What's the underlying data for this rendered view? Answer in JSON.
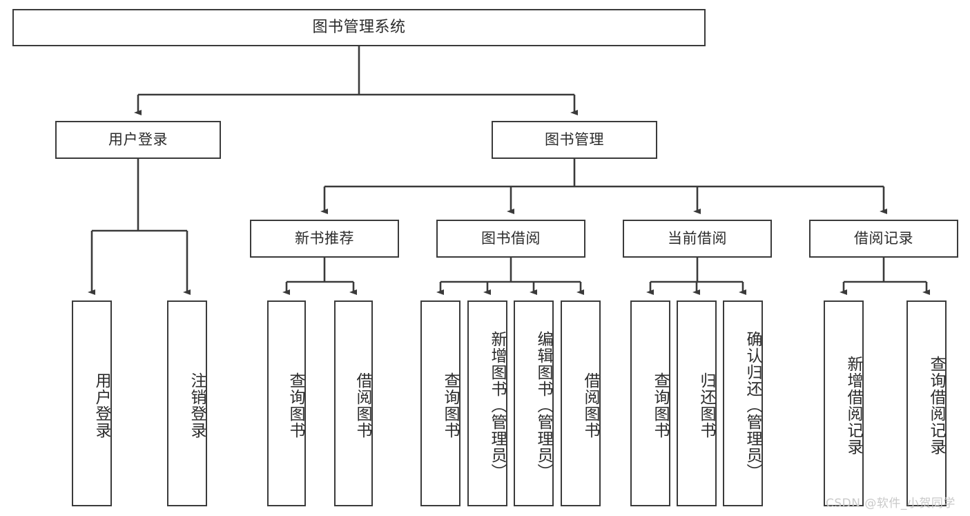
{
  "diagram": {
    "title": "图书管理系统",
    "type": "functional-structure-tree",
    "watermark": "CSDN @软件_小贺同学",
    "colors": {
      "background": "#ffffff",
      "box_border": "#3a3a3a",
      "box_fill": "#ffffff",
      "text": "#2b2b2b",
      "connector": "#3a3a3a",
      "watermark": "#c9c9c9"
    },
    "nodes": {
      "root": {
        "label": "图书管理系统"
      },
      "level2": [
        {
          "id": "user-login",
          "label": "用户登录"
        },
        {
          "id": "book-manage",
          "label": "图书管理"
        }
      ],
      "level3": [
        {
          "id": "new-book-recommend",
          "label": "新书推荐"
        },
        {
          "id": "book-borrow",
          "label": "图书借阅"
        },
        {
          "id": "current-borrow",
          "label": "当前借阅"
        },
        {
          "id": "borrow-record",
          "label": "借阅记录"
        }
      ],
      "leaves": {
        "user_login": [
          {
            "id": "leaf-user-login",
            "label": "用户登录"
          },
          {
            "id": "leaf-logout",
            "label": "注销登录"
          }
        ],
        "new_book_recommend": [
          {
            "id": "leaf-query-book-1",
            "label": "查询图书"
          },
          {
            "id": "leaf-borrow-book-1",
            "label": "借阅图书"
          }
        ],
        "book_borrow": [
          {
            "id": "leaf-query-book-2",
            "label": "查询图书"
          },
          {
            "id": "leaf-add-book",
            "label": "新增图书（管理员）"
          },
          {
            "id": "leaf-edit-book",
            "label": "编辑图书（管理员）"
          },
          {
            "id": "leaf-borrow-book-2",
            "label": "借阅图书"
          }
        ],
        "current_borrow": [
          {
            "id": "leaf-query-book-3",
            "label": "查询图书"
          },
          {
            "id": "leaf-return-book",
            "label": "归还图书"
          },
          {
            "id": "leaf-confirm-return",
            "label": "确认归还（管理员）"
          }
        ],
        "borrow_record": [
          {
            "id": "leaf-add-record",
            "label": "新增借阅记录"
          },
          {
            "id": "leaf-query-record",
            "label": "查询借阅记录"
          }
        ]
      }
    }
  }
}
